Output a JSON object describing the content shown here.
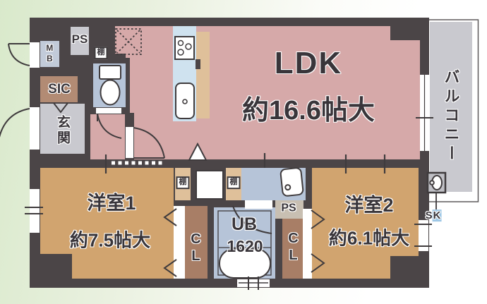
{
  "floorplan": {
    "rooms": {
      "ldk": {
        "name": "LDK",
        "size": "約16.6帖大"
      },
      "bedroom1": {
        "name": "洋室1",
        "size": "約7.5帖大"
      },
      "bedroom2": {
        "name": "洋室2",
        "size": "約6.1帖大"
      },
      "unit_bath": {
        "name": "UB",
        "size": "1620"
      },
      "balcony": {
        "name": "バルコニー"
      },
      "entrance": {
        "name": "玄関"
      },
      "shoe_closet": {
        "name": "SIC"
      }
    },
    "labels": {
      "meter_box": "MB",
      "pipe_space_top": "PS",
      "pipe_space_bath": "PS",
      "closet_left": "CL",
      "closet_right": "CL",
      "shelf_toilet": "棚",
      "shelf_left": "棚",
      "shelf_right": "棚",
      "slop_sink_s": "S",
      "slop_sink_k": "K"
    },
    "colors": {
      "wall": "#4b4547",
      "ldk_floor": "#d6a9a9",
      "bedroom_floor": "#d1a46f",
      "shelf_strip": "#dfc09a",
      "closet_brown": "#a87e66",
      "wet_area_blue": "#b6c4d8",
      "kitchen_counter": "#cfe2ef",
      "gray_area": "#c9c9cf",
      "background_green": "#d9e9cb",
      "sk_highlight": "#9fc8e6"
    }
  }
}
